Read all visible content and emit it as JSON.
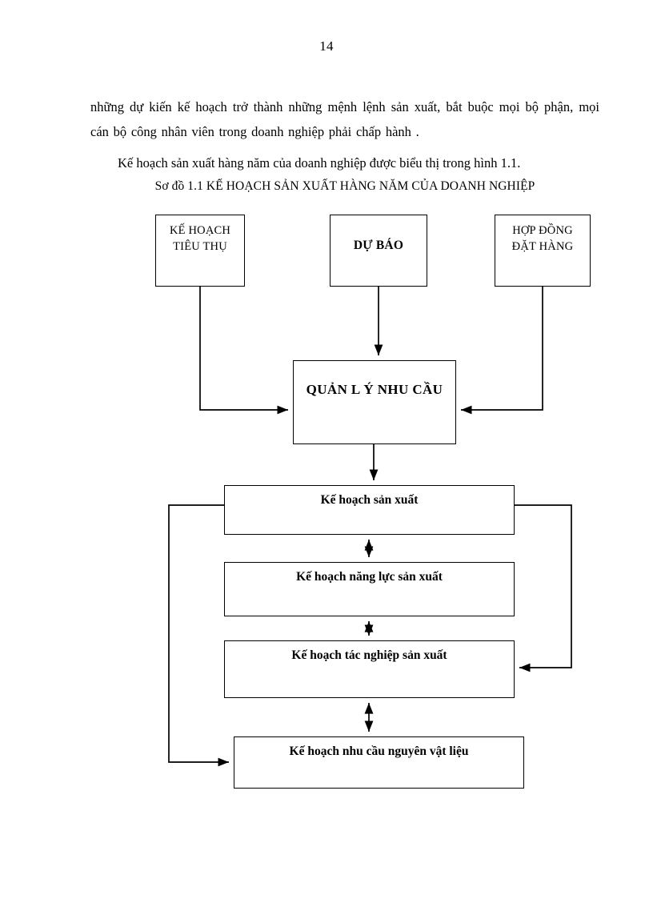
{
  "page": {
    "number": "14"
  },
  "document": {
    "paragraphs": [
      "những dự kiến kế hoạch trở thành những mệnh lệnh sản xuất, bắt buộc mọi bộ phận, mọi cán bộ công nhân viên trong doanh nghiệp phải chấp hành .",
      "Kế hoạch sản xuất hàng năm của doanh nghiệp được biểu thị trong hình 1.1."
    ],
    "diagram_title": "Sơ đồ 1.1 KẾ HOẠCH SẢN XUẤT HÀNG NĂM CỦA DOANH NGHIỆP"
  },
  "diagram": {
    "nodes": {
      "tieu_thu": "KẾ HOẠCH\nTIÊU THỤ",
      "du_bao": "DỰ BÁO",
      "hop_dong": "HỢP ĐỒNG\nĐẶT HÀNG",
      "quan_ly": "QUẢN L Ý NHU CẦU",
      "ke_hoach_sx": "Kế hoạch sản xuất",
      "nang_luc": "Kế hoạch năng lực sản xuất",
      "tac_nghiep": "Kế hoạch tác nghiệp sản xuất",
      "nguyen_vat_lieu": "Kế hoạch nhu cầu nguyên vật liệu"
    },
    "edges": [
      {
        "from": "tieu_thu",
        "to": "quan_ly",
        "style": "elbow",
        "direction": "one-way"
      },
      {
        "from": "du_bao",
        "to": "quan_ly",
        "style": "straight",
        "direction": "one-way"
      },
      {
        "from": "hop_dong",
        "to": "quan_ly",
        "style": "elbow",
        "direction": "one-way"
      },
      {
        "from": "quan_ly",
        "to": "ke_hoach_sx",
        "style": "straight",
        "direction": "one-way"
      },
      {
        "from": "ke_hoach_sx",
        "to": "nang_luc",
        "style": "straight",
        "direction": "two-way"
      },
      {
        "from": "nang_luc",
        "to": "tac_nghiep",
        "style": "straight",
        "direction": "two-way"
      },
      {
        "from": "tac_nghiep",
        "to": "nguyen_vat_lieu",
        "style": "straight",
        "direction": "two-way"
      },
      {
        "from": "ke_hoach_sx",
        "to": "nguyen_vat_lieu",
        "style": "elbow-left",
        "direction": "one-way"
      },
      {
        "from": "ke_hoach_sx",
        "to": "tac_nghiep",
        "style": "elbow-right",
        "direction": "one-way"
      }
    ],
    "colors": {
      "line": "#000000",
      "box_border": "#000000",
      "box_fill": "#ffffff",
      "text": "#000000"
    }
  }
}
